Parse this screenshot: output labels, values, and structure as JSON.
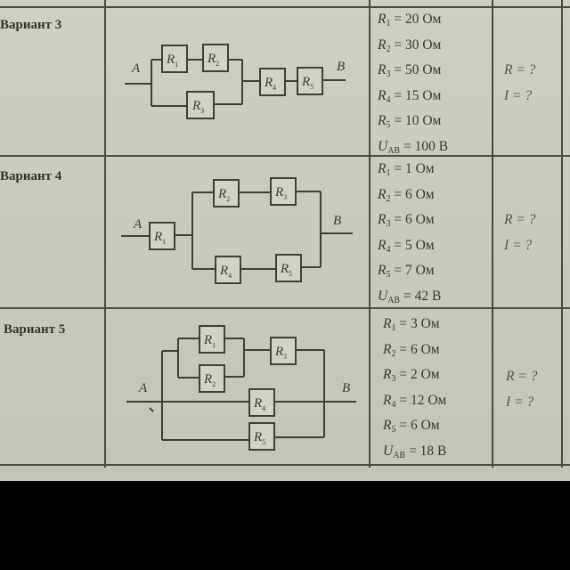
{
  "variants": [
    {
      "label": "Вариант 3",
      "nodes": {
        "a": "A",
        "b": "B"
      },
      "resistor_labels": [
        "R1",
        "R2",
        "R3",
        "R4",
        "R5"
      ],
      "params": [
        {
          "sym": "R",
          "sub": "1",
          "value": "= 20 Ом"
        },
        {
          "sym": "R",
          "sub": "2",
          "value": "= 30 Ом"
        },
        {
          "sym": "R",
          "sub": "3",
          "value": "= 50 Ом"
        },
        {
          "sym": "R",
          "sub": "4",
          "value": "= 15 Ом"
        },
        {
          "sym": "R",
          "sub": "5",
          "value": "= 10 Ом"
        },
        {
          "sym": "U",
          "sub": "AB",
          "value": "= 100 В"
        }
      ],
      "unknowns": [
        "R = ?",
        "I = ?"
      ]
    },
    {
      "label": "Вариант 4",
      "nodes": {
        "a": "A",
        "b": "B"
      },
      "resistor_labels": [
        "R1",
        "R2",
        "R3",
        "R4",
        "R5"
      ],
      "params": [
        {
          "sym": "R",
          "sub": "1",
          "value": "= 1 Ом"
        },
        {
          "sym": "R",
          "sub": "2",
          "value": "= 6 Ом"
        },
        {
          "sym": "R",
          "sub": "3",
          "value": "= 6 Ом"
        },
        {
          "sym": "R",
          "sub": "4",
          "value": "= 5 Ом"
        },
        {
          "sym": "R",
          "sub": "5",
          "value": "= 7 Ом"
        },
        {
          "sym": "U",
          "sub": "AB",
          "value": "= 42 В"
        }
      ],
      "unknowns": [
        "R = ?",
        "I = ?"
      ]
    },
    {
      "label": "Вариант 5",
      "nodes": {
        "a": "A",
        "b": "B"
      },
      "resistor_labels": [
        "R1",
        "R2",
        "R3",
        "R4",
        "R5"
      ],
      "params": [
        {
          "sym": "R",
          "sub": "1",
          "value": "= 3 Ом"
        },
        {
          "sym": "R",
          "sub": "2",
          "value": "= 6 Ом"
        },
        {
          "sym": "R",
          "sub": "3",
          "value": "= 2 Ом"
        },
        {
          "sym": "R",
          "sub": "4",
          "value": "= 12 Ом"
        },
        {
          "sym": "R",
          "sub": "5",
          "value": "= 6 Ом"
        },
        {
          "sym": "U",
          "sub": "AB",
          "value": "= 18 В"
        }
      ],
      "unknowns": [
        "R = ?",
        "I = ?"
      ]
    }
  ]
}
